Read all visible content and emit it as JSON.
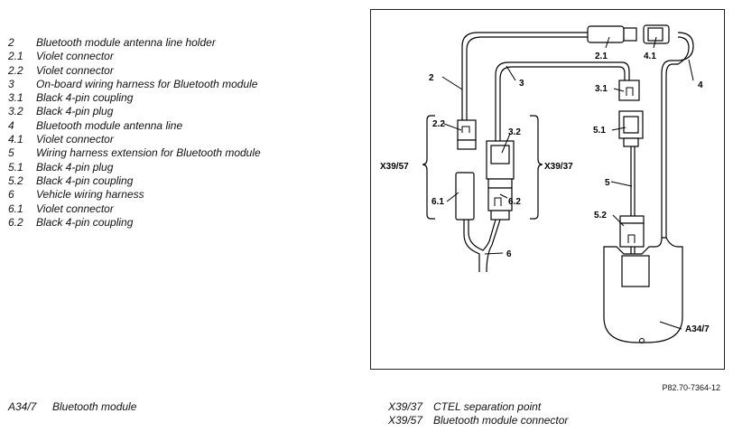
{
  "legend": [
    {
      "num": "2",
      "desc": "Bluetooth module antenna line holder"
    },
    {
      "num": "2.1",
      "desc": "Violet connector"
    },
    {
      "num": "2.2",
      "desc": "Violet connector"
    },
    {
      "num": "3",
      "desc": "On-board wiring harness for Bluetooth module"
    },
    {
      "num": "3.1",
      "desc": "Black 4-pin coupling"
    },
    {
      "num": "3.2",
      "desc": "Black 4-pin plug"
    },
    {
      "num": "4",
      "desc": "Bluetooth module antenna line"
    },
    {
      "num": "4.1",
      "desc": "Violet connector"
    },
    {
      "num": "5",
      "desc": "Wiring harness extension for Bluetooth module"
    },
    {
      "num": "5.1",
      "desc": "Black 4-pin plug"
    },
    {
      "num": "5.2",
      "desc": "Black 4-pin coupling"
    },
    {
      "num": "6",
      "desc": "Vehicle wiring harness"
    },
    {
      "num": "6.1",
      "desc": "Violet connector"
    },
    {
      "num": "6.2",
      "desc": "Black 4-pin coupling"
    }
  ],
  "diagram_labels": {
    "l2": "2",
    "l2_1": "2.1",
    "l4_1": "4.1",
    "l3": "3",
    "l4": "4",
    "l3_1": "3.1",
    "l2_2": "2.2",
    "l3_2": "3.2",
    "l5_1": "5.1",
    "x39_57": "X39/57",
    "x39_37": "X39/37",
    "l5": "5",
    "l6_1": "6.1",
    "l6_2": "6.2",
    "l5_2": "5.2",
    "l6": "6",
    "a34_7": "A34/7"
  },
  "reference": "P82.70-7364-12",
  "bottom_left": {
    "code": "A34/7",
    "desc": "Bluetooth module"
  },
  "bottom_right": [
    {
      "code": "X39/37",
      "desc": "CTEL separation point"
    },
    {
      "code": "X39/57",
      "desc": "Bluetooth module connector"
    }
  ]
}
